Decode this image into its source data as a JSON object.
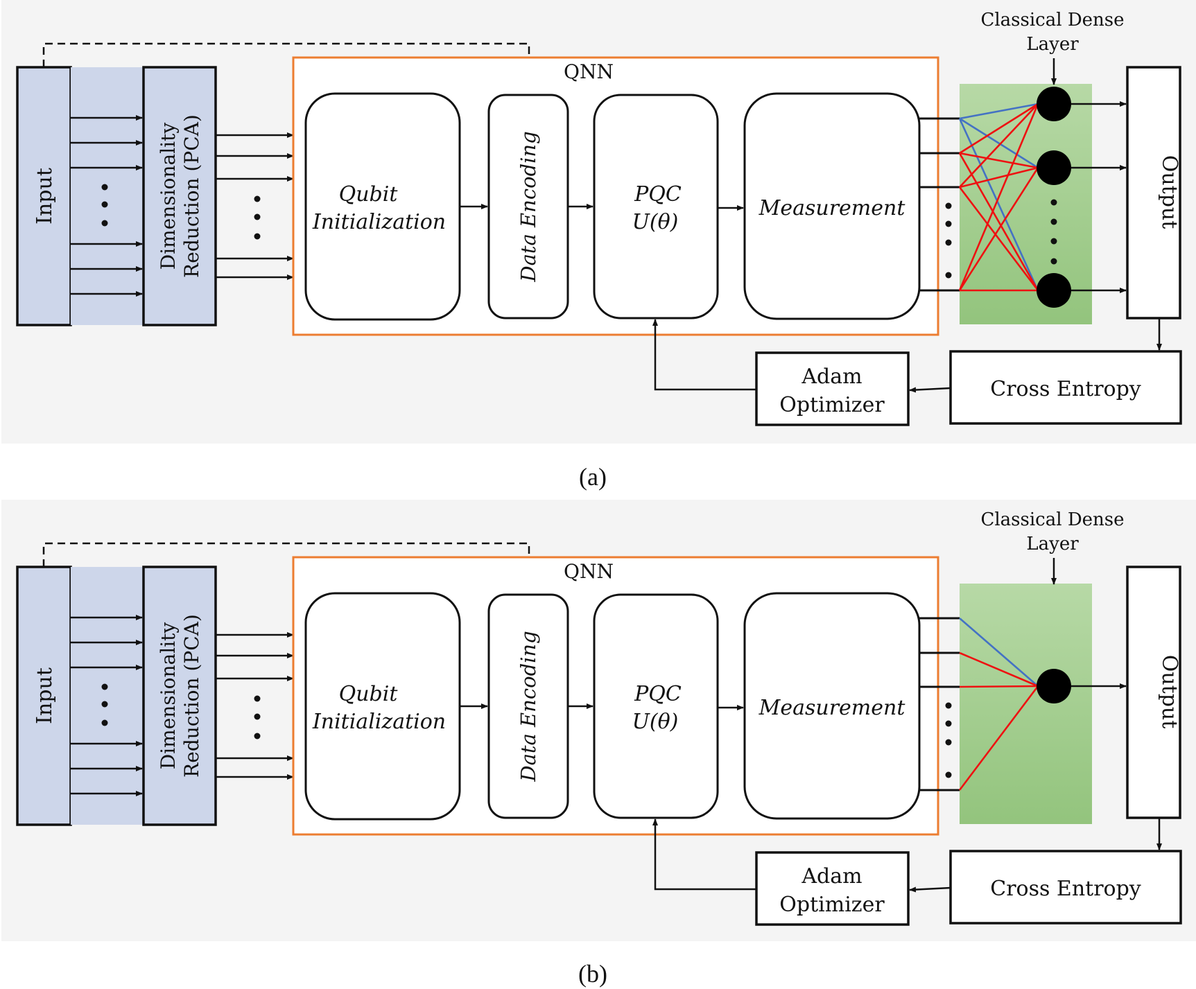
{
  "panels": [
    {
      "caption": "(a)",
      "input_label": "Input",
      "pca_label_line1": "Dimensionality",
      "pca_label_line2": "Reduction (PCA)",
      "qnn_label": "QNN",
      "qubit_line1": "Qubit",
      "qubit_line2": "Initialization",
      "encoding_label": "Data Encoding",
      "pqc_line1": "PQC",
      "pqc_line2": "U(θ)",
      "measurement_label": "Measurement",
      "dense_line1": "Classical Dense",
      "dense_line2": "Layer",
      "output_label": "Output",
      "loss_label": "Cross Entropy",
      "optimizer_line1": "Adam",
      "optimizer_line2": "Optimizer",
      "output_neurons": 3
    },
    {
      "caption": "(b)",
      "input_label": "Input",
      "pca_label_line1": "Dimensionality",
      "pca_label_line2": "Reduction (PCA)",
      "qnn_label": "QNN",
      "qubit_line1": "Qubit",
      "qubit_line2": "Initialization",
      "encoding_label": "Data Encoding",
      "pqc_line1": "PQC",
      "pqc_line2": "U(θ)",
      "measurement_label": "Measurement",
      "dense_line1": "Classical Dense",
      "dense_line2": "Layer",
      "output_label": "Output",
      "loss_label": "Cross Entropy",
      "optimizer_line1": "Adam",
      "optimizer_line2": "Optimizer",
      "output_neurons": 1
    }
  ],
  "colors": {
    "panel_bg": "#f4f4f4",
    "input_fill": "#cdd6ea",
    "qnn_border": "#ec7d31",
    "dense_fill_top": "#b7d9a6",
    "dense_fill_bottom": "#93c47d",
    "edge_red": "#ee1111",
    "edge_blue": "#4472c4"
  }
}
